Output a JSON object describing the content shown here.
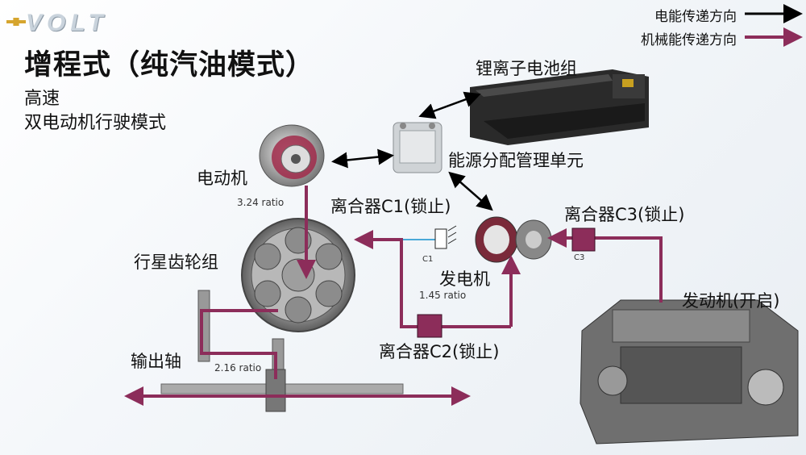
{
  "brand": "VOLT",
  "title": "增程式（纯汽油模式）",
  "subtitle_line1": "高速",
  "subtitle_line2": "双电动机行驶模式",
  "legend": {
    "electric": "电能传递方向",
    "mechanical": "机械能传递方向"
  },
  "components": {
    "battery": "锂离子电池组",
    "pdu": "能源分配管理单元",
    "motor": "电动机",
    "planetary": "行星齿轮组",
    "output_shaft": "输出轴",
    "generator": "发电机",
    "engine": "发动机(开启)",
    "clutch_c1": "离合器C1(锁止)",
    "clutch_c2": "离合器C2(锁止)",
    "clutch_c3": "离合器C3(锁止)"
  },
  "ratios": {
    "motor": "3.24 ratio",
    "generator": "1.45 ratio",
    "output": "2.16 ratio"
  },
  "small_labels": {
    "c1": "C1",
    "c3": "C3"
  },
  "colors": {
    "electric_arrow": "#000000",
    "mechanical_arrow": "#8c2d5a"
  }
}
